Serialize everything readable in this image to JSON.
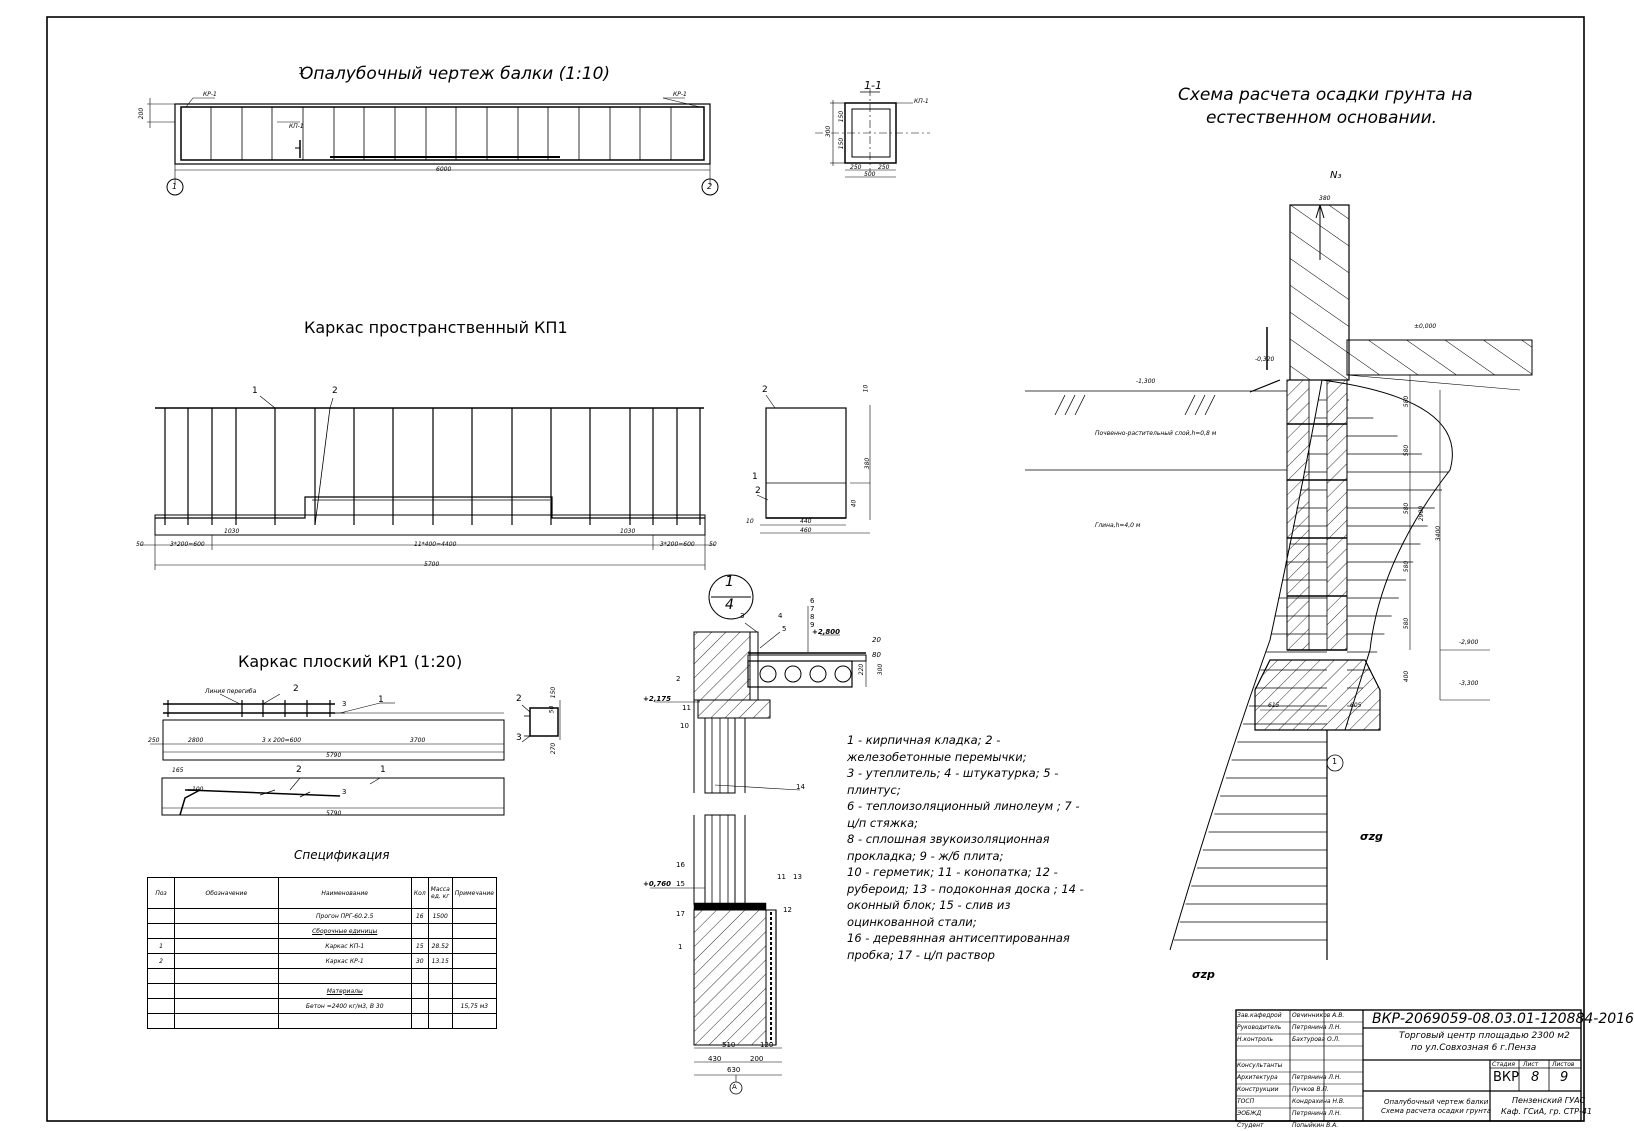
{
  "titles": {
    "formwork": "Опалубочный чертеж балки (1:10)",
    "formwork_marker": "1",
    "section_1_1": "1-1",
    "settlement_line1": "Схема расчета осадки грунта на",
    "settlement_line2": "естественном основании.",
    "spatial_frame": "Каркас пространственный КП1",
    "flat_frame": "Каркас плоский КР1 (1:20)",
    "specification": "Спецификация"
  },
  "beam": {
    "kr_left": "КР-1",
    "kr_right": "КР-1",
    "kp": "КП-1",
    "height": "200",
    "length": "6000",
    "axis_left": "1",
    "axis_right": "2",
    "sec_kp": "КП-1",
    "sec_dims": [
      "250",
      "250"
    ],
    "sec_total": "500",
    "sec_h1": "150",
    "sec_h2": "150",
    "sec_h": "300"
  },
  "kp1": {
    "pos1": "1",
    "pos2": "2",
    "dim_left": "1030",
    "dim_right": "1030",
    "dim_50l": "50",
    "dim_50r": "50",
    "dim_step_l": "3*200=600",
    "dim_mid": "11*400=4400",
    "dim_step_r": "3*200=600",
    "dim_total": "5700",
    "sec_pos2": "2",
    "sec_pos1": "1",
    "sec_pos2b": "2",
    "sec_top": "10",
    "sec_h": "380",
    "sec_h2": "40",
    "sec_w1": "440",
    "sec_w2": "460",
    "sec_10": "10"
  },
  "kr1": {
    "bend_line": "Линия перегиба",
    "pos2": "2",
    "pos1": "1",
    "pos3": "3",
    "d250": "250",
    "d2800": "2800",
    "d600": "3 x 200=600",
    "d3700": "3700",
    "total": "5790",
    "b165": "165",
    "b100": "100",
    "b_pos2": "2",
    "b_pos1": "1",
    "b_pos3": "3",
    "b_total": "5790",
    "s_pos2": "2",
    "s_pos3": "3",
    "s_d1": "150",
    "s_d2": "50",
    "s_d3": "270"
  },
  "node": {
    "circle_top": "1",
    "circle_bottom": "4",
    "elev_top": "+2,800",
    "elev_left": "+2,175",
    "elev_window": "+0,760",
    "d20": "20",
    "d80": "80",
    "d220": "220",
    "d300": "300",
    "labels_top": [
      "3",
      "4",
      "5",
      "6",
      "7",
      "8",
      "9",
      "2",
      "11",
      "10"
    ],
    "labels_bottom": [
      "14",
      "16",
      "15",
      "17",
      "11",
      "13",
      "12",
      "1"
    ],
    "d510": "510",
    "d120": "120",
    "d430": "430",
    "d200": "200",
    "d630": "630",
    "axis": "А"
  },
  "legend": [
    "1 - кирпичная кладка; 2 - железобетонные перемычки;",
    "3 - утеплитель; 4 - штукатурка; 5 - плинтус;",
    "6 - теплоизоляционный линолеум ; 7 - ц/п стяжка;",
    "8 - сплошная звукоизоляционная прокладка; 9 - ж/б плита;",
    "10 - герметик; 11 - конопатка; 12 - рубероид; 13 - подоконная доска ; 14 - оконный блок; 15 - слив из оцинкованной стали;",
    "16 - деревянная антисептированная пробка; 17 - ц/п раствор"
  ],
  "settlement": {
    "load": "N₃",
    "d380": "380",
    "elev_0": "±0,000",
    "elev_032": "-0,320",
    "elev_13": "-1,300",
    "layer1": "Почвенно-растительный слой,h=0,8 м",
    "layer2": "Глина,h=4,0 м",
    "dims_right": [
      "580",
      "580",
      "580",
      "580",
      "580",
      "400"
    ],
    "d2900": "2900",
    "d3400": "3400",
    "elev_29": "-2,900",
    "elev_33": "-3,300",
    "d615": "615",
    "d605": "605",
    "marker": "1",
    "szg": "σzg",
    "szp": "σzp"
  },
  "spec": {
    "headers": [
      "Поз",
      "Обозначение",
      "Наименование",
      "Кол",
      "Масса ед. кг",
      "Примечание"
    ],
    "rows": [
      [
        "",
        "",
        "Прогон ПРГ-60.2.5",
        "16",
        "1500",
        ""
      ],
      [
        "",
        "",
        "Сборочные единицы",
        "",
        "",
        ""
      ],
      [
        "1",
        "",
        "Каркас КП-1",
        "15",
        "28.52",
        ""
      ],
      [
        "2",
        "",
        "Каркас КР-1",
        "30",
        "13.15",
        ""
      ],
      [
        "",
        "",
        "",
        "",
        "",
        ""
      ],
      [
        "",
        "",
        "Материалы",
        "",
        "",
        ""
      ],
      [
        "",
        "",
        "Бетон =2400 кг/м3, В 30",
        "",
        "",
        "15,75 м3"
      ],
      [
        "",
        "",
        "",
        "",
        "",
        ""
      ]
    ]
  },
  "title_block": {
    "code": "ВКР-2069059-08.03.01-120884-2016",
    "project_line1": "Торговый центр площадью 2300 м2",
    "project_line2": "по ул.Совхозная  6 г.Пенза",
    "roles": [
      [
        "Зав.кафедрой",
        "Овчинников А.В."
      ],
      [
        "Руководитель",
        "Петрянина Л.Н."
      ],
      [
        "Н.контроль",
        "Бахтурова О.Л."
      ],
      [
        "Консультанты",
        ""
      ],
      [
        "Архитектура",
        "Петрянина Л.Н."
      ],
      [
        "Конструкции",
        "Пучков В.П."
      ],
      [
        "ТОСП",
        "Кондрахина Н.В."
      ],
      [
        "ЭОБЖД",
        "Петрянина Л.Н."
      ],
      [
        "Студент",
        "Попыйкин В.А."
      ]
    ],
    "stage_h": "Стадия",
    "sheet_h": "Лист",
    "sheets_h": "Листов",
    "stage": "ВКР",
    "sheet": "8",
    "sheets": "9",
    "drawing_line1": "Опалубочный чертеж балки",
    "drawing_line2": "Схема расчета осадки грунта",
    "org_line1": "Пензенский ГУАС",
    "org_line2": "Каф. ГСиА, гр. СТР-41"
  }
}
